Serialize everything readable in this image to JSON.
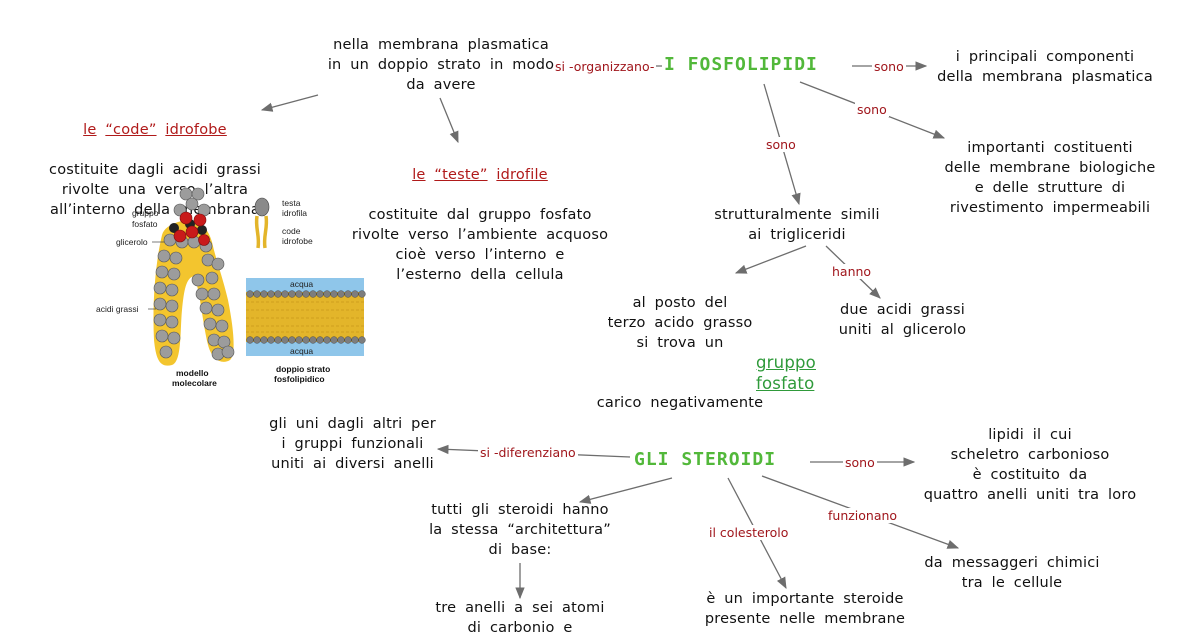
{
  "colors": {
    "title": "#52b83a",
    "link_label": "#a0161c",
    "underline_red": "#b01a1a",
    "underline_green": "#2f9a3a",
    "edge": "#6d6d6d",
    "lipid_tail": "#e3b52a",
    "water": "#8fc6ea"
  },
  "fosfolipidi": {
    "title": "I   FOSFOLIPIDI",
    "organizzano_link": "si -organizzano-",
    "membrana_node": "nella  membrana  plasmatica\nin  un  doppio  strato  in  modo\nda  avere",
    "code_head_1": "le",
    "code_head_2": "“code”",
    "code_head_3": "idrofobe",
    "code_body": "costituite  dagli  acidi  grassi\nrivolte  una  verso  l’altra\nall’interno   della  membrana",
    "teste_head_1": "le",
    "teste_head_2": "“teste”",
    "teste_head_3": "idrofile",
    "teste_body": "costituite  dal  gruppo  fosfato\nrivolte  verso  l’ambiente  acquoso\ncioè  verso  l’interno  e\nl’esterno  della  cellula",
    "sono_link_1": "sono",
    "componenti_node": "i  principali  componenti\ndella  membrana  plasmatica",
    "sono_link_2": "sono",
    "costituenti_node": "importanti  costituenti\ndelle  membrane  biologiche\ne  delle  strutture  di\nrivestimento  impermeabili",
    "sono_link_3": "sono",
    "simili_node": "strutturalmente  simili\nai  trigliceridi",
    "hanno_link": "hanno",
    "posto_node_text": "al  posto  del\nterzo  acido  grasso\nsi  trova  un",
    "gruppo_word": "gruppo",
    "fosfato_word": "fosfato",
    "carico_text": "carico   negativamente",
    "acidi_node": "due  acidi  grassi\nuniti  al  glicerolo"
  },
  "figure": {
    "gruppo_fosfato": "gruppo\nfosfato",
    "glicerolo": "glicerolo",
    "acidi_grassi": "acidi grassi",
    "testa_idrofila": "testa\nidrofila",
    "code_idrofobe": "code\nidrofobe",
    "acqua_top": "acqua",
    "acqua_bottom": "acqua",
    "modello": "modello\nmolecolare",
    "doppio_strato": "doppio strato\nfosfolipidico"
  },
  "steroidi": {
    "title": "GLI   STEROIDI",
    "diff_link": "si -diferenziano",
    "gruppi_node": "gli  uni  dagli  altri  per\ni  gruppi  funzionali\nuniti  ai  diversi  anelli",
    "sono_link": "sono",
    "scheletro_node": "lipidi  il  cui\nscheletro  carbonioso\nè  costituito  da\nquattro  anelli  uniti  tra  loro",
    "architettura_node": "tutti  gli  steroidi  hanno\nla  stessa  “architettura”\ndi  base:",
    "anelli_node": "tre  anelli  a  sei  atomi\ndi  carbonio  e",
    "colesterolo_link": "il  colesterolo",
    "steroide_node": "è  un  importante  steroide\npresente  nelle  membrane",
    "funzionano_link": "funzionano",
    "messaggeri_node": "da  messaggeri  chimici\ntra  le  cellule"
  }
}
